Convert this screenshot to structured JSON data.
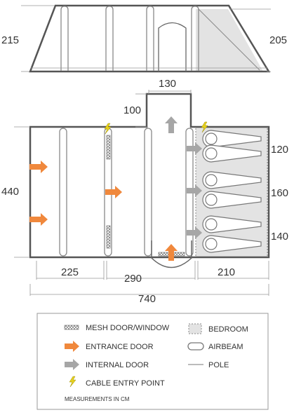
{
  "side_view": {
    "height_left": "215",
    "height_right": "205"
  },
  "floor_plan": {
    "porch_width": "130",
    "porch_depth": "100",
    "depth_total": "440",
    "bedroom_1": "120",
    "bedroom_2": "160",
    "bedroom_3": "140",
    "width_front_left": "225",
    "width_center": "290",
    "width_bedroom": "210",
    "width_total": "740"
  },
  "legend": {
    "mesh": "MESH DOOR/WINDOW",
    "entrance": "ENTRANCE DOOR",
    "internal": "INTERNAL DOOR",
    "cable": "CABLE ENTRY POINT",
    "bedroom": "BEDROOM",
    "airbeam": "AIRBEAM",
    "pole": "POLE",
    "units": "MEASUREMENTS IN CM"
  },
  "colors": {
    "outline": "#555555",
    "bedroom_fill": "#e3e3e3",
    "entrance_arrow": "#f0883c",
    "internal_arrow": "#a6a6a6",
    "cable_icon": "#e8d21c"
  }
}
